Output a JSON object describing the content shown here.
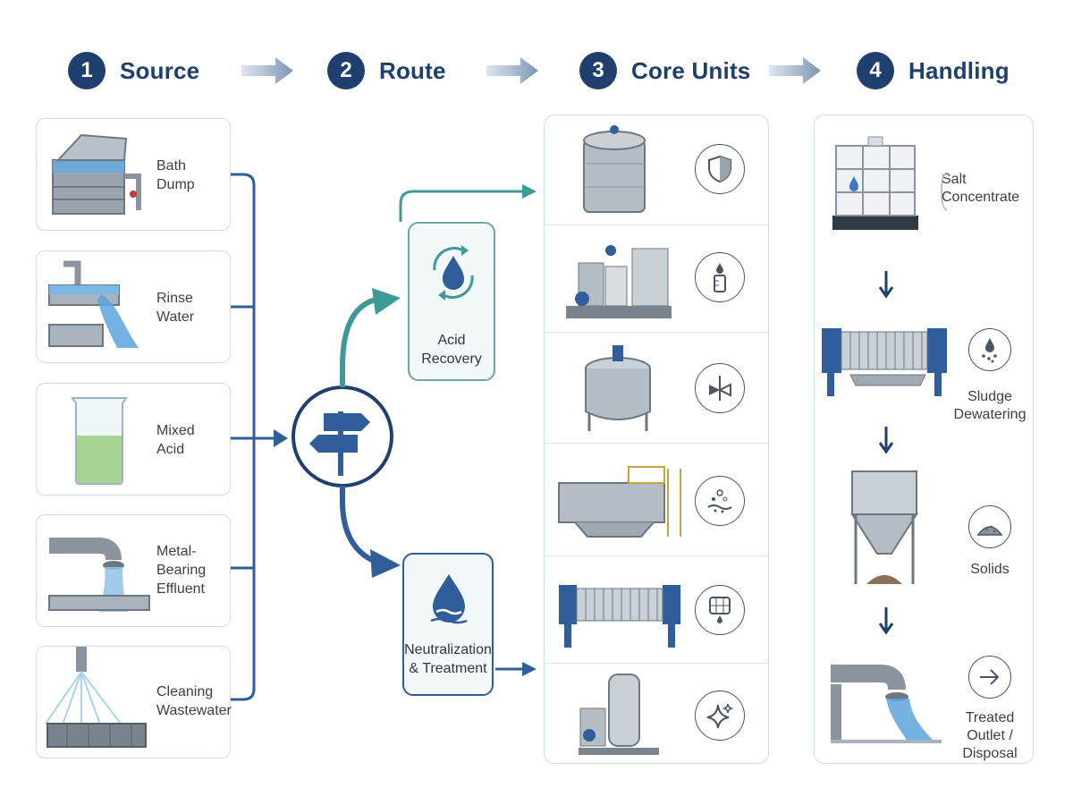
{
  "steps": [
    {
      "num": "1",
      "title": "Source"
    },
    {
      "num": "2",
      "title": "Route"
    },
    {
      "num": "3",
      "title": "Core Units"
    },
    {
      "num": "4",
      "title": "Handling"
    }
  ],
  "sources": [
    {
      "line1": "Bath",
      "line2": "Dump",
      "line3": ""
    },
    {
      "line1": "Rinse",
      "line2": "Water",
      "line3": ""
    },
    {
      "line1": "Mixed",
      "line2": "Acid",
      "line3": ""
    },
    {
      "line1": "Metal-",
      "line2": "Bearing",
      "line3": "Effluent"
    },
    {
      "line1": "Cleaning",
      "line2": "Wastewater",
      "line3": ""
    }
  ],
  "routes": {
    "acid": {
      "line1": "Acid",
      "line2": "Recovery"
    },
    "neutral": {
      "line1": "Neutralization",
      "line2": "& Treatment"
    }
  },
  "core_units": [
    {
      "icon": "shield-icon"
    },
    {
      "icon": "test-tube-icon"
    },
    {
      "icon": "mixer-icon"
    },
    {
      "icon": "particles-icon"
    },
    {
      "icon": "filter-icon"
    },
    {
      "icon": "sparkle-icon"
    }
  ],
  "handling": [
    {
      "line1": "Salt",
      "line2": "Concentrate",
      "line3": "",
      "icon": "drop-icon"
    },
    {
      "line1": "Sludge",
      "line2": "Dewatering",
      "line3": "",
      "icon": "drop-particles-icon"
    },
    {
      "line1": "Solids",
      "line2": "",
      "line3": "",
      "icon": "pile-icon"
    },
    {
      "line1": "Treated",
      "line2": "Outlet /",
      "line3": "Disposal",
      "icon": "arrow-right-icon"
    }
  ],
  "colors": {
    "navy": "#1f3f6e",
    "teal": "#3d9a98",
    "blue": "#2f5e9a",
    "steel": "#a9b3bd"
  }
}
